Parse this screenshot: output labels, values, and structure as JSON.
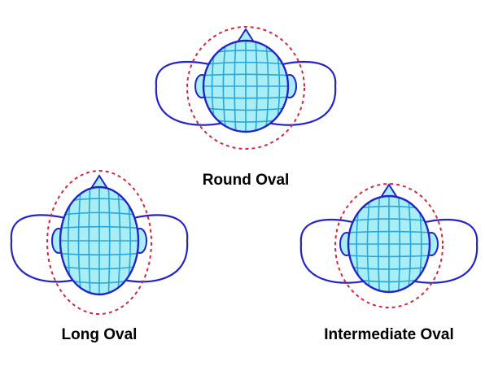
{
  "figure": {
    "colors": {
      "outline": "#2323c8",
      "head_fill": "#a8eef7",
      "grid": "#2aa5d8",
      "dashed_ring": "#d0283c",
      "caption": "#000000",
      "background": "#ffffff"
    },
    "heads": [
      {
        "id": "round",
        "label": "Round Oval"
      },
      {
        "id": "long",
        "label": "Long Oval"
      },
      {
        "id": "intermediate",
        "label": "Intermediate Oval"
      }
    ]
  }
}
